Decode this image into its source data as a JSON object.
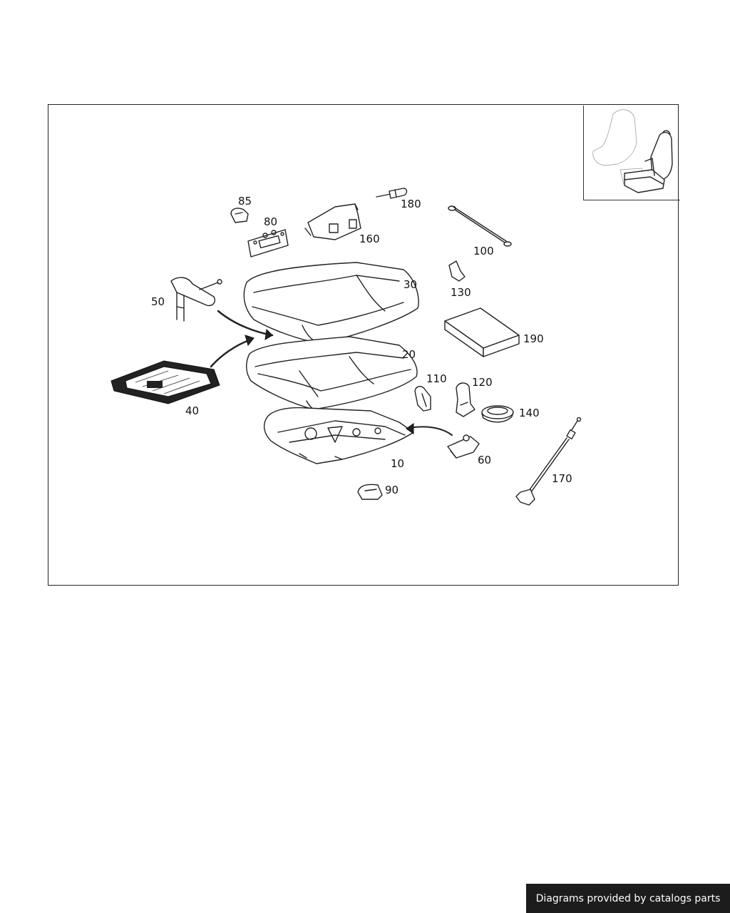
{
  "parts": {
    "p10": "10",
    "p20": "20",
    "p30": "30",
    "p40": "40",
    "p50": "50",
    "p60": "60",
    "p80": "80",
    "p85": "85",
    "p90": "90",
    "p100": "100",
    "p110": "110",
    "p120": "120",
    "p130": "130",
    "p140": "140",
    "p160": "160",
    "p170": "170",
    "p180": "180",
    "p190": "190"
  },
  "footer": {
    "credit": "Diagrams provided by catalogs parts"
  }
}
